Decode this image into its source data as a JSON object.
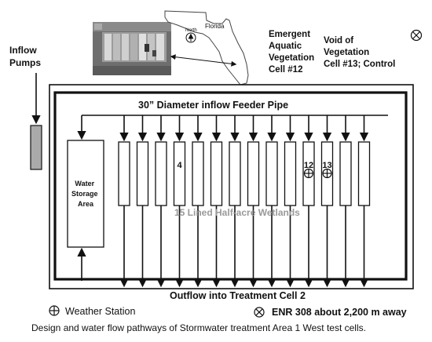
{
  "map_inset": {
    "florida_label": "Florida",
    "north_label": "North"
  },
  "legend_top": {
    "emergent_lines": [
      "Emergent",
      "Aquatic",
      "Vegetation",
      "Cell #12"
    ],
    "void_lines": [
      "Void of",
      "Vegetation",
      "Cell #13; Control"
    ]
  },
  "inflow_pumps_lines": [
    "Inflow",
    "Pumps"
  ],
  "feeder_pipe_label": "30” Diameter inflow Feeder Pipe",
  "water_storage_lines": [
    "Water",
    "Storage",
    "Area"
  ],
  "wetlands_label": "15 Lined Half-acre Wetlands",
  "wetland_cells": [
    "",
    "",
    "",
    "4",
    "",
    "",
    "",
    "",
    "",
    "",
    "12",
    "13",
    "",
    ""
  ],
  "outflow_label": "Outflow into Treatment Cell 2",
  "legend_bottom": {
    "weather_station": "Weather Station",
    "enr": "ENR 308 about 2,200 m away"
  },
  "caption": "Design and water flow pathways of Stormwater treatment Area 1 West test cells.",
  "colors": {
    "line": "#111111",
    "pump": "#aaaaaa",
    "wetland_text": "#9a9a9a"
  }
}
